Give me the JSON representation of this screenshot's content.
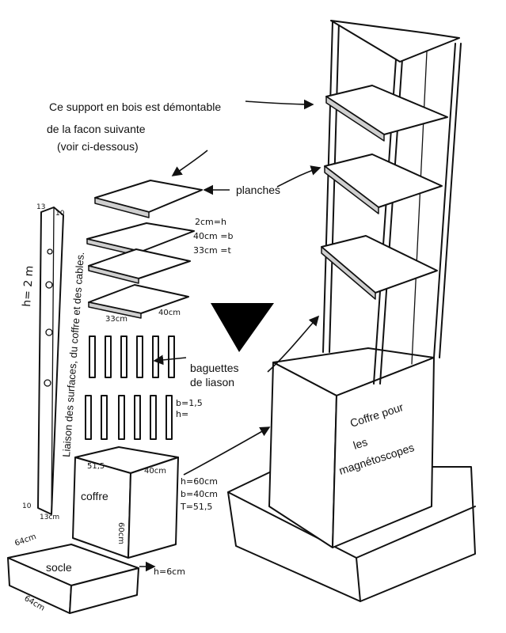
{
  "annotations": {
    "intro_line1": "Ce support en bois est démontable",
    "intro_line2": "de la facon suivante",
    "intro_line3": "(voir ci-dessous)",
    "planches": "planches",
    "baguettes_line1": "baguettes",
    "baguettes_line2": "de liason",
    "coffre_pour_line1": "Coffre pour",
    "coffre_pour_line2": "les",
    "coffre_pour_line3": "magnétoscopes",
    "coffre": "coffre",
    "socle": "socle",
    "liaison_vertical": "Liaison des surfaces, du coffre et des cables."
  },
  "dimensions": {
    "plank_h": "2cm=h",
    "plank_b": "40cm =b",
    "plank_t": "33cm =t",
    "plank_33": "33cm",
    "plank_40": "40cm",
    "baguette_b": "b=1,5",
    "baguette_h": "h=",
    "coffre_h": "h=60cm",
    "coffre_b": "b=40cm",
    "coffre_t": "T=51,5",
    "coffre_top_left": "51,5",
    "coffre_top_right": "40cm",
    "coffre_side": "60cm",
    "socle_h": "h=6cm",
    "socle_64a": "64cm",
    "socle_64b": "64cm",
    "post_h": "h= 2 m",
    "post_top": "13",
    "post_top_right": "10",
    "post_bottom": "10",
    "post_bottom_right": "13cm"
  }
}
